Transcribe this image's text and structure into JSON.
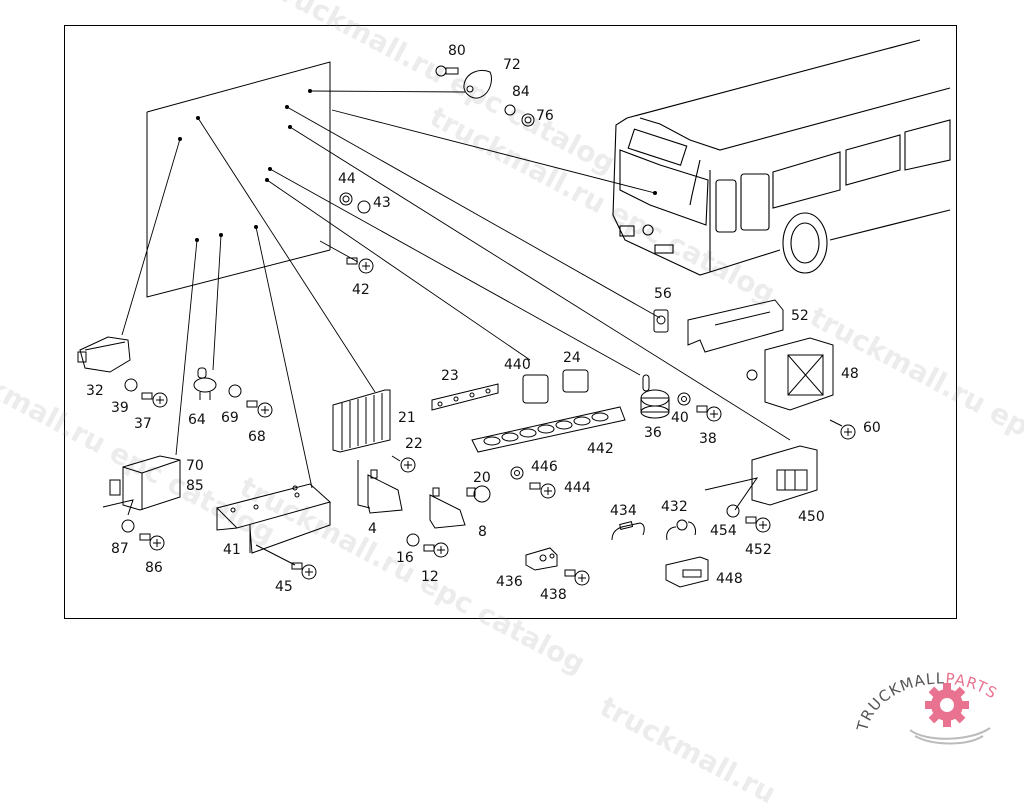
{
  "diagram": {
    "title": "Bus electrical components exploded parts diagram",
    "part_labels": [
      {
        "id": "80",
        "text": "80"
      },
      {
        "id": "72",
        "text": "72"
      },
      {
        "id": "84",
        "text": "84"
      },
      {
        "id": "76",
        "text": "76"
      },
      {
        "id": "44",
        "text": "44"
      },
      {
        "id": "43",
        "text": "43"
      },
      {
        "id": "42",
        "text": "42"
      },
      {
        "id": "56",
        "text": "56"
      },
      {
        "id": "52",
        "text": "52"
      },
      {
        "id": "48",
        "text": "48"
      },
      {
        "id": "60",
        "text": "60"
      },
      {
        "id": "32",
        "text": "32"
      },
      {
        "id": "39",
        "text": "39"
      },
      {
        "id": "37",
        "text": "37"
      },
      {
        "id": "64",
        "text": "64"
      },
      {
        "id": "69",
        "text": "69"
      },
      {
        "id": "68",
        "text": "68"
      },
      {
        "id": "21",
        "text": "21"
      },
      {
        "id": "22",
        "text": "22"
      },
      {
        "id": "23",
        "text": "23"
      },
      {
        "id": "440",
        "text": "440"
      },
      {
        "id": "24",
        "text": "24"
      },
      {
        "id": "36",
        "text": "36"
      },
      {
        "id": "40",
        "text": "40"
      },
      {
        "id": "38",
        "text": "38"
      },
      {
        "id": "442",
        "text": "442"
      },
      {
        "id": "446",
        "text": "446"
      },
      {
        "id": "444",
        "text": "444"
      },
      {
        "id": "20",
        "text": "20"
      },
      {
        "id": "8",
        "text": "8"
      },
      {
        "id": "4",
        "text": "4"
      },
      {
        "id": "16",
        "text": "16"
      },
      {
        "id": "12",
        "text": "12"
      },
      {
        "id": "70",
        "text": "70"
      },
      {
        "id": "85",
        "text": "85"
      },
      {
        "id": "87",
        "text": "87"
      },
      {
        "id": "86",
        "text": "86"
      },
      {
        "id": "41",
        "text": "41"
      },
      {
        "id": "45",
        "text": "45"
      },
      {
        "id": "434",
        "text": "434"
      },
      {
        "id": "432",
        "text": "432"
      },
      {
        "id": "436",
        "text": "436"
      },
      {
        "id": "438",
        "text": "438"
      },
      {
        "id": "448",
        "text": "448"
      },
      {
        "id": "450",
        "text": "450"
      },
      {
        "id": "454",
        "text": "454"
      },
      {
        "id": "452",
        "text": "452"
      }
    ]
  },
  "watermarks": [
    "truckmall.ru epc catalog",
    "truckmall.ru epc catalog",
    "truckmall.ru epc catalog",
    "truckmall.ru epc catalog",
    "truckmall.ru epc catalog"
  ],
  "logo": {
    "text_dark": "TRUCKMALL",
    "text_accent": "PARTS",
    "accent_color": "#e8728f",
    "dark_color": "#555555"
  }
}
